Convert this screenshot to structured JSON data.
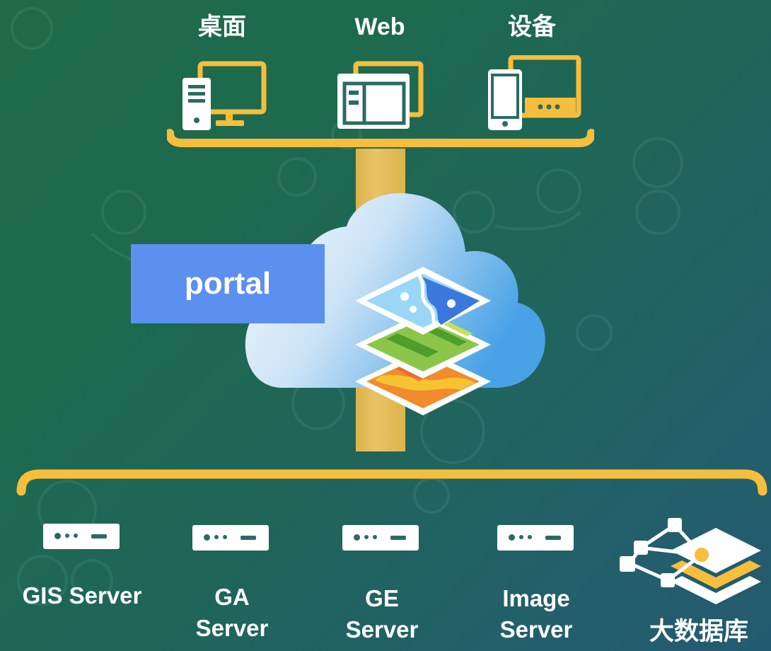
{
  "clients": {
    "desktop_label": "桌面",
    "web_label": "Web",
    "device_label": "设备"
  },
  "portal": {
    "label": "portal"
  },
  "servers": {
    "gis_label": "GIS Server",
    "ga_label_1": "GA",
    "ga_label_2": "Server",
    "ge_label_1": "GE",
    "ge_label_2": "Server",
    "image_label_1": "Image",
    "image_label_2": "Server",
    "bigdata_label": "大数据库"
  },
  "colors": {
    "accent": "#f6be3c",
    "portal_box": "#5b8ff0",
    "cloud_light": "#eef6fd",
    "cloud_dark": "#4aa3e6",
    "icon_white": "#ffffff"
  },
  "icons": {
    "desktop": "desktop-computer-icon",
    "web": "browser-window-icon",
    "device": "mobile-tablet-icon",
    "server": "server-rack-icon",
    "map_layers": "map-layers-icon",
    "big_data": "network-database-icon"
  }
}
